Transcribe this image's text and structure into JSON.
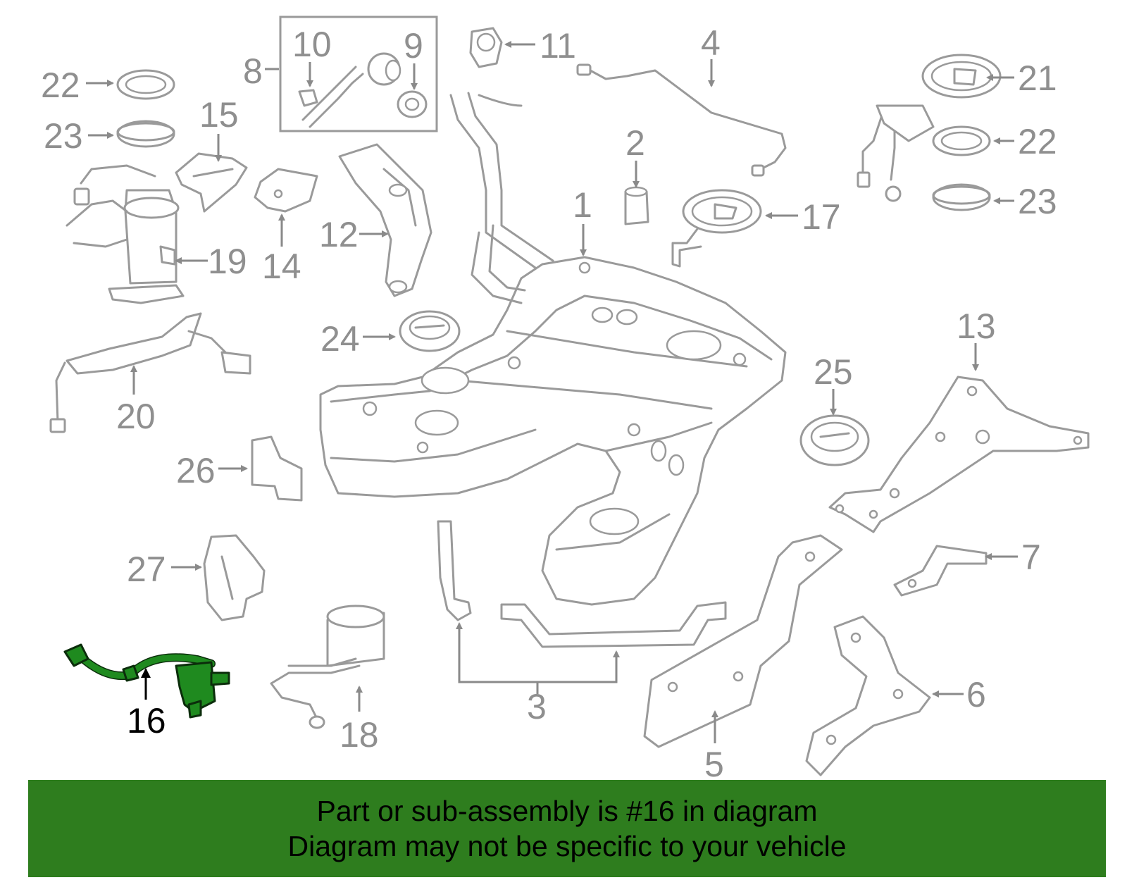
{
  "diagram": {
    "highlight_color": "#1f8a1f",
    "part_color": "#9a9a9a",
    "highlighted_part": "16",
    "callouts": {
      "c1": "1",
      "c2": "2",
      "c3": "3",
      "c4": "4",
      "c5": "5",
      "c6": "6",
      "c7": "7",
      "c8": "8",
      "c9": "9",
      "c10": "10",
      "c11": "11",
      "c12": "12",
      "c13": "13",
      "c14": "14",
      "c15": "15",
      "c16": "16",
      "c17": "17",
      "c18": "18",
      "c19": "19",
      "c20": "20",
      "c21": "21",
      "c22a": "22",
      "c22b": "22",
      "c23a": "23",
      "c23b": "23",
      "c24": "24",
      "c25": "25",
      "c26": "26",
      "c27": "27"
    }
  },
  "banner": {
    "background": "#2e7d1e",
    "line1": "Part or sub-assembly is #16 in diagram",
    "line2": "Diagram may not be specific to your vehicle"
  }
}
